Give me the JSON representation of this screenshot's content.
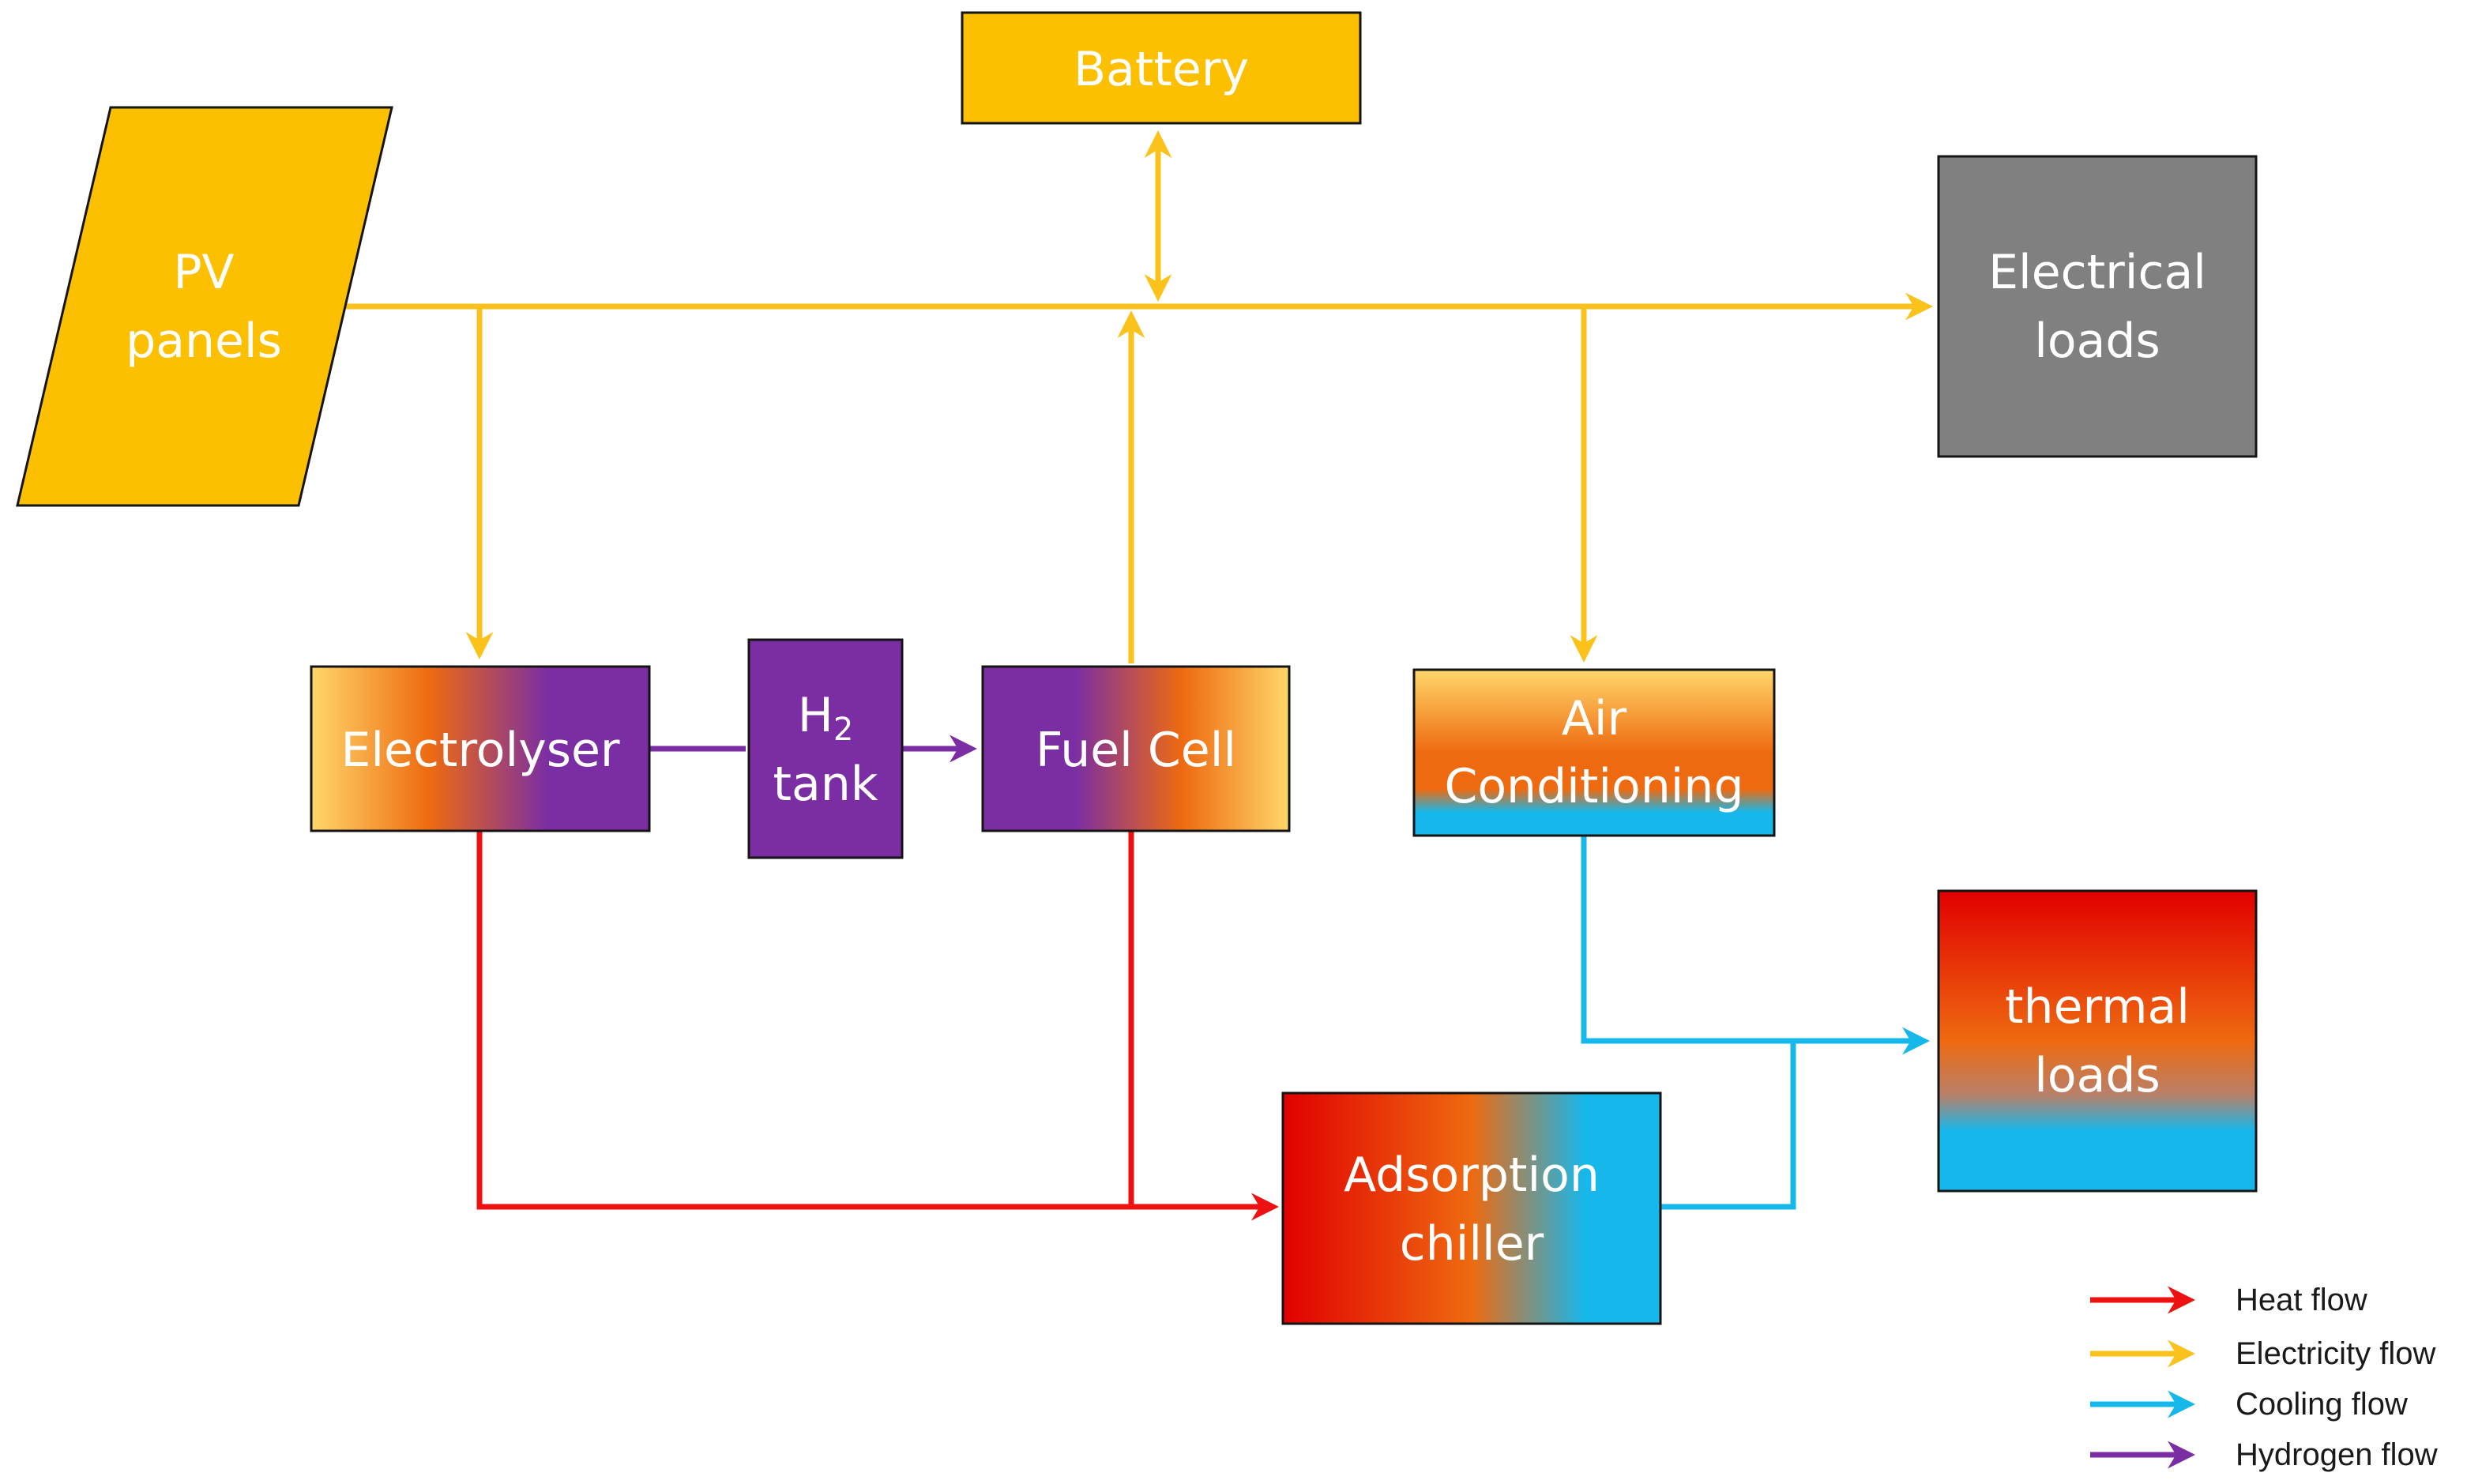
{
  "colors": {
    "heat": "#ee1111",
    "electricity": "#fbc21b",
    "cooling": "#16b7ea",
    "hydrogen": "#7b2ea3",
    "battery_fill": "#fcc000",
    "loads_fill": "#808080",
    "orange": "#ee6a10",
    "red": "#e10000",
    "light_yellow": "#ffd76a"
  },
  "nodes": {
    "pv": {
      "line1": "PV",
      "line2": "panels"
    },
    "battery": {
      "label": "Battery"
    },
    "electrical_loads": {
      "line1": "Electrical",
      "line2": "loads"
    },
    "electrolyser": {
      "label": "Electrolyser"
    },
    "h2_tank": {
      "h": "H",
      "sub": "2",
      "line2": "tank"
    },
    "fuel_cell": {
      "label": "Fuel Cell"
    },
    "air_conditioning": {
      "line1": "Air",
      "line2": "Conditioning"
    },
    "thermal_loads": {
      "line1": "thermal",
      "line2": "loads"
    },
    "adsorption_chiller": {
      "line1": "Adsorption",
      "line2": "chiller"
    }
  },
  "legend": [
    {
      "label": "Heat flow",
      "flow": "heat"
    },
    {
      "label": "Electricity flow",
      "flow": "electricity"
    },
    {
      "label": "Cooling flow",
      "flow": "cooling"
    },
    {
      "label": "Hydrogen flow",
      "flow": "hydrogen"
    }
  ]
}
